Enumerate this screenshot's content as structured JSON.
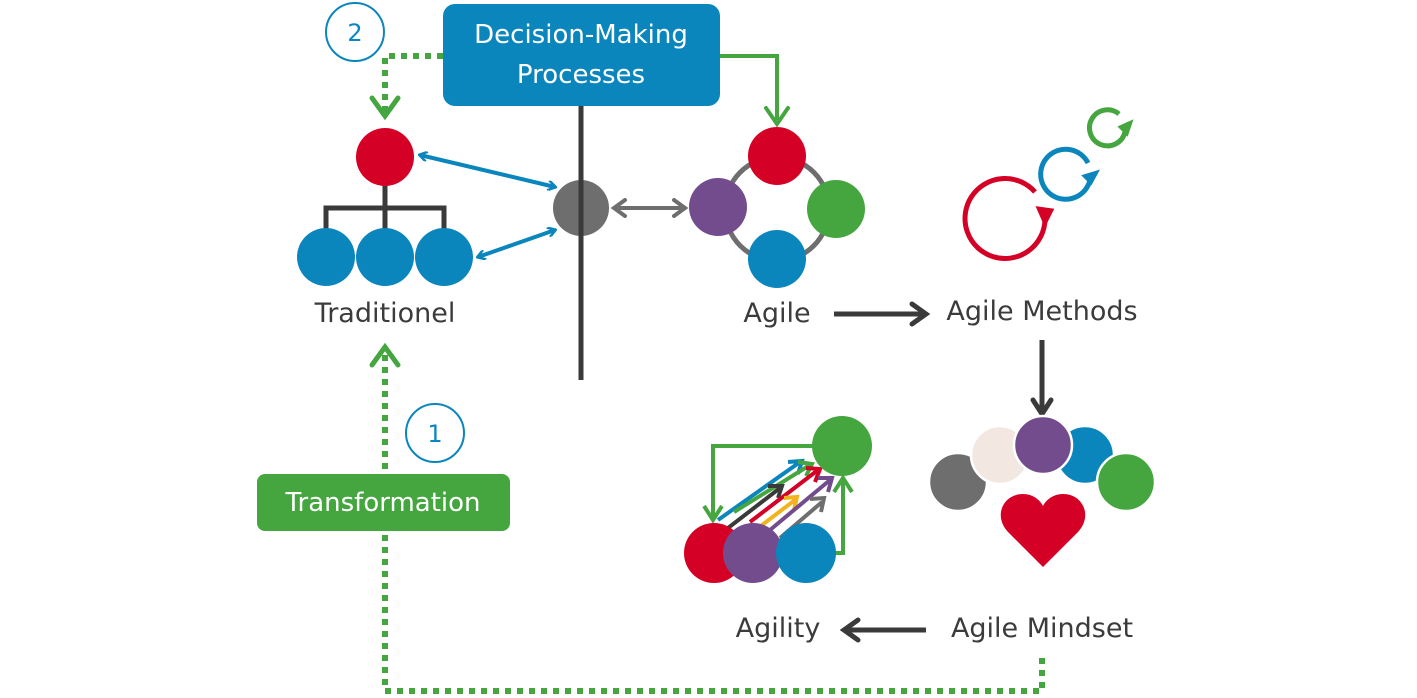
{
  "colors": {
    "blue": "#0a86bd",
    "green": "#45a63f",
    "red": "#d50026",
    "purple": "#734c8e",
    "gray": "#6e6e6e",
    "dark": "#3a3a3a",
    "beige": "#f3e8e1",
    "yellow": "#f2b31e"
  },
  "boxes": {
    "decision_making": {
      "line1": "Decision-Making",
      "line2": "Processes"
    },
    "transformation": {
      "label": "Transformation"
    }
  },
  "steps": {
    "one": "1",
    "two": "2"
  },
  "labels": {
    "traditionel": "Traditionel",
    "agile": "Agile",
    "agile_methods": "Agile Methods",
    "agile_mindset": "Agile Mindset",
    "agility": "Agility"
  }
}
